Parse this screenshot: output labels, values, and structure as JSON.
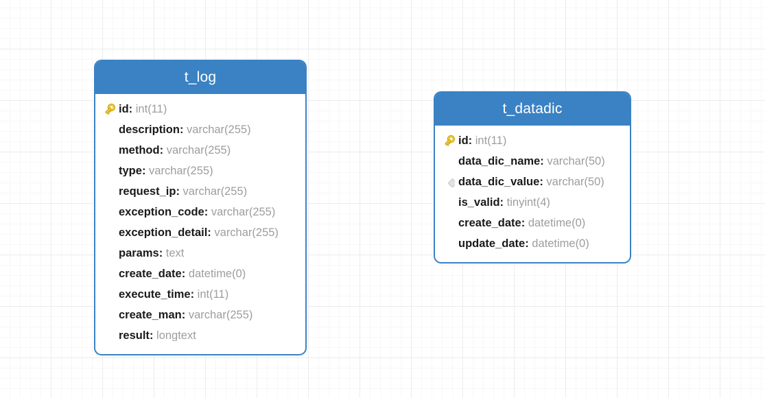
{
  "canvas": {
    "grid_minor_color": "#f7f7f8",
    "grid_major_color": "#ececed",
    "background_color": "#ffffff"
  },
  "theme": {
    "header_blue": "#3a82c4",
    "border_blue": "#3a82c4",
    "field_name_color": "#1a1a1a",
    "field_type_color": "#9d9d9d",
    "key_icon_color": "#e9c018",
    "index_icon_color": "#d6d6d6"
  },
  "tables": [
    {
      "name": "t_log",
      "fields": [
        {
          "icon": "primary-key-icon",
          "name": "id",
          "type": "int(11)"
        },
        {
          "icon": "none",
          "name": "description",
          "type": "varchar(255)"
        },
        {
          "icon": "none",
          "name": "method",
          "type": "varchar(255)"
        },
        {
          "icon": "none",
          "name": "type",
          "type": "varchar(255)"
        },
        {
          "icon": "none",
          "name": "request_ip",
          "type": "varchar(255)"
        },
        {
          "icon": "none",
          "name": "exception_code",
          "type": "varchar(255)"
        },
        {
          "icon": "none",
          "name": "exception_detail",
          "type": "varchar(255)"
        },
        {
          "icon": "none",
          "name": "params",
          "type": "text"
        },
        {
          "icon": "none",
          "name": "create_date",
          "type": "datetime(0)"
        },
        {
          "icon": "none",
          "name": "execute_time",
          "type": "int(11)"
        },
        {
          "icon": "none",
          "name": "create_man",
          "type": "varchar(255)"
        },
        {
          "icon": "none",
          "name": "result",
          "type": "longtext"
        }
      ]
    },
    {
      "name": "t_datadic",
      "fields": [
        {
          "icon": "primary-key-icon",
          "name": "id",
          "type": "int(11)"
        },
        {
          "icon": "none",
          "name": "data_dic_name",
          "type": "varchar(50)"
        },
        {
          "icon": "index-icon",
          "name": "data_dic_value",
          "type": "varchar(50)"
        },
        {
          "icon": "none",
          "name": "is_valid",
          "type": "tinyint(4)"
        },
        {
          "icon": "none",
          "name": "create_date",
          "type": "datetime(0)"
        },
        {
          "icon": "none",
          "name": "update_date",
          "type": "datetime(0)"
        }
      ]
    }
  ]
}
